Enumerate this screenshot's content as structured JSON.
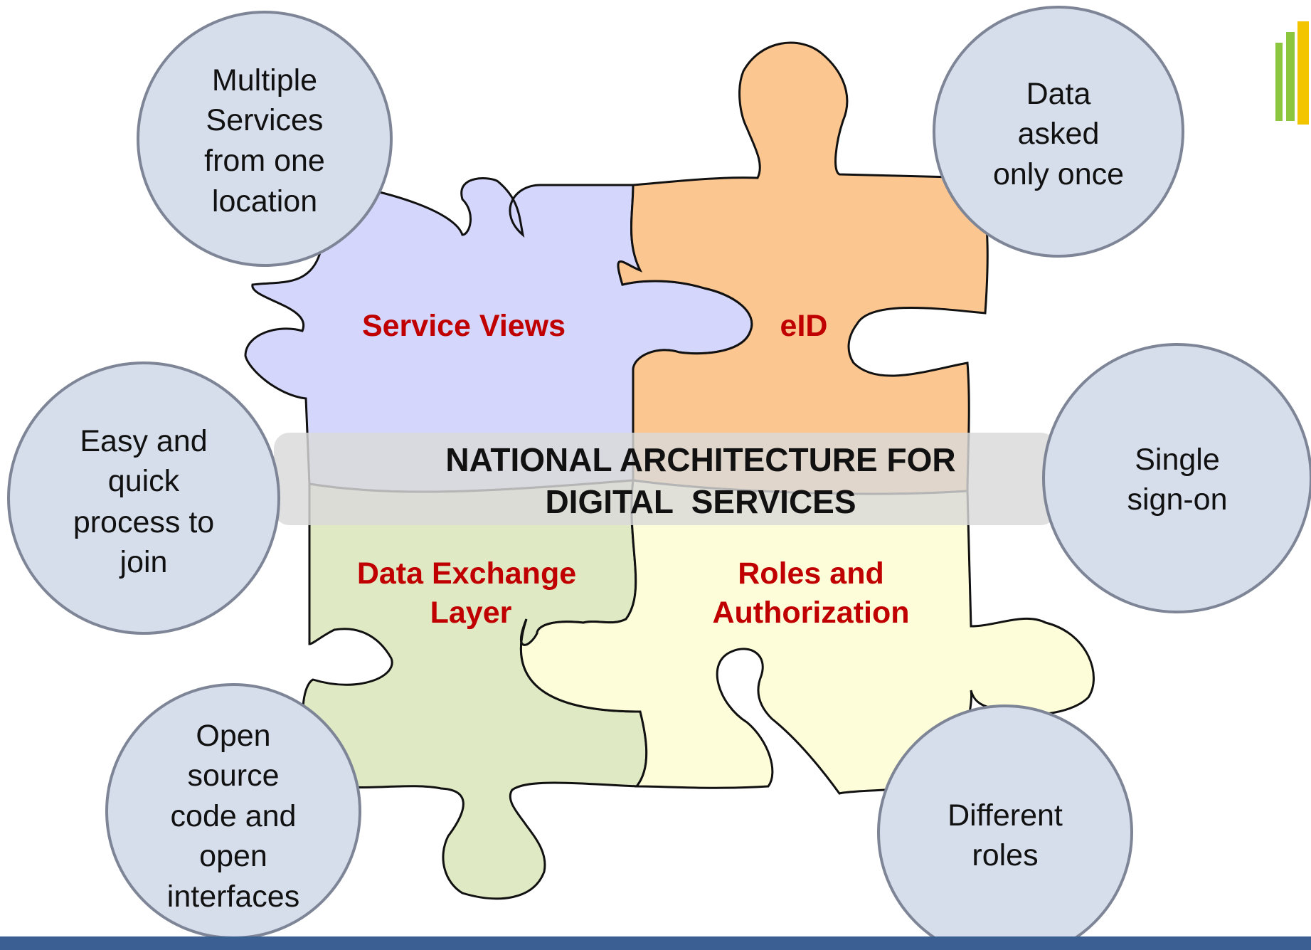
{
  "title_banner": {
    "line1": "NATIONAL ARCHITECTURE FOR",
    "line2": "DIGITAL  SERVICES"
  },
  "pieces": [
    {
      "id": "service-views",
      "lines": [
        "Service Views"
      ],
      "fill": "#d5d6fb"
    },
    {
      "id": "eid",
      "lines": [
        "eID"
      ],
      "fill": "#fbc690"
    },
    {
      "id": "data-exchange",
      "lines": [
        "Data Exchange",
        "Layer"
      ],
      "fill": "#dfe9c4"
    },
    {
      "id": "roles",
      "lines": [
        "Roles and",
        "Authorization"
      ],
      "fill": "#fefdd9"
    }
  ],
  "bubbles": [
    {
      "id": "multiple-services",
      "lines": [
        "Multiple",
        "Services",
        "from one",
        "location"
      ]
    },
    {
      "id": "data-once",
      "lines": [
        "Data",
        "asked",
        "only once"
      ]
    },
    {
      "id": "easy-join",
      "lines": [
        "Easy and",
        "quick",
        "process to",
        "join"
      ]
    },
    {
      "id": "single-sign-on",
      "lines": [
        "Single",
        "sign-on"
      ]
    },
    {
      "id": "open-source",
      "lines": [
        "Open",
        "source",
        "code and",
        "open",
        "interfaces"
      ]
    },
    {
      "id": "different-roles",
      "lines": [
        "Different",
        "roles"
      ]
    }
  ],
  "colors": {
    "piece_label": "#c00000",
    "bubble_fill": "#d6deec",
    "bubble_stroke": "#7d8596",
    "banner": "#d9d9d9",
    "footer": "#3c5f93",
    "logo_green": "#8cc63f",
    "logo_yellow": "#f2c500"
  },
  "footer": {
    "text": ""
  }
}
